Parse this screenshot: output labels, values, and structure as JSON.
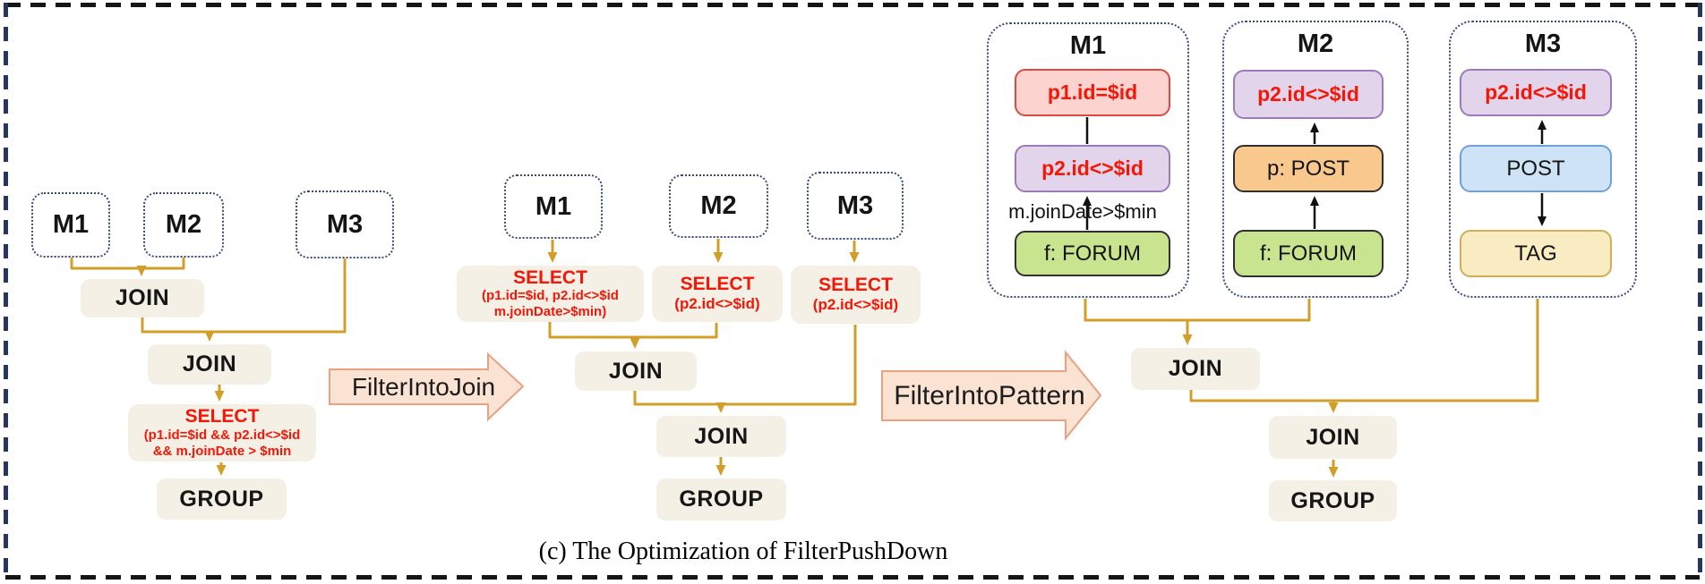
{
  "caption": "(c) The Optimization of FilterPushDown",
  "colors": {
    "connector_gold": "#d19f27",
    "red_text": "#f41708",
    "op_box_bg": "#f4f0e5",
    "transform_arrow_fill": "#fbe3d3",
    "transform_arrow_border": "#e8a283",
    "frame_navy": "#26365e",
    "red_filter_bg": "#fcd3ce",
    "purple_filter_bg": "#e2d4ea",
    "green_node_bg": "#c9e48e",
    "orange_node_bg": "#f9c88d",
    "blue_node_bg": "#cfe3f7",
    "yellow_node_bg": "#f9ecc3"
  },
  "stage1": {
    "m1": "M1",
    "m2": "M2",
    "m3": "M3",
    "join_top": "JOIN",
    "join_bottom": "JOIN",
    "select": {
      "title": "SELECT",
      "line1": "(p1.id=$id && p2.id<>$id",
      "line2": "&& m.joinDate > $min"
    },
    "group": "GROUP"
  },
  "transform_join": {
    "label": "FilterIntoJoin"
  },
  "stage2": {
    "m1": "M1",
    "m2": "M2",
    "m3": "M3",
    "select_m1": {
      "title": "SELECT",
      "line1": "(p1.id=$id, p2.id<>$id",
      "line2": "m.joinDate>$min)"
    },
    "select_m2": {
      "title": "SELECT",
      "line1": "(p2.id<>$id)"
    },
    "select_m3": {
      "title": "SELECT",
      "line1": "(p2.id<>$id)"
    },
    "join_top": "JOIN",
    "join_bottom": "JOIN",
    "group": "GROUP"
  },
  "transform_pattern": {
    "label": "FilterIntoPattern"
  },
  "stage3": {
    "m1": {
      "title": "M1",
      "filter_top": "p1.id=$id",
      "filter_bottom": "p2.id<>$id",
      "edge_label": "m.joinDate>$min",
      "node_bottom": "f: FORUM"
    },
    "m2": {
      "title": "M2",
      "filter_top": "p2.id<>$id",
      "node_mid": "p: POST",
      "node_bottom": "f: FORUM"
    },
    "m3": {
      "title": "M3",
      "filter_top": "p2.id<>$id",
      "node_mid": "POST",
      "node_bottom": "TAG"
    },
    "join_top": "JOIN",
    "join_bottom": "JOIN",
    "group": "GROUP"
  }
}
